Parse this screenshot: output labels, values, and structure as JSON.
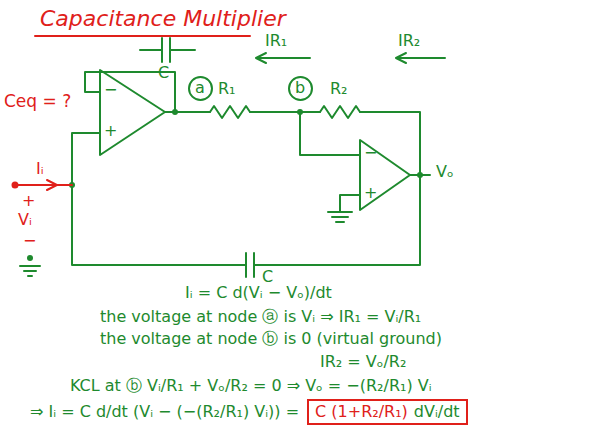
{
  "diagram": {
    "title": "Capacitance Multiplier",
    "nodes": [
      {
        "text": [
          "a"
        ]
      },
      {
        "text": [
          "b"
        ]
      },
      {
        "text": [
          "C (1+R₂/R₁)",
          "dVᵢ/dt"
        ]
      }
    ],
    "labels": [
      "C",
      "IR₁",
      "R₁",
      "IR₂",
      "R₂",
      "Ceq = ?",
      "Iᵢ",
      "+",
      "Vᵢ",
      "−",
      "−",
      "+",
      "−",
      "+",
      "Vₒ",
      "C",
      "Iᵢ = C d(Vᵢ − Vₒ)/dt",
      "the voltage at node ⓐ is Vᵢ ⇒ IR₁ = Vᵢ/R₁",
      "the voltage at node ⓑ is 0 (virtual ground)",
      "IR₂ = Vₒ/R₂",
      "KCL at ⓑ Vᵢ/R₁ + Vₒ/R₂ = 0 ⇒ Vₒ = −(R₂/R₁) Vᵢ",
      "⇒ Iᵢ = C d/dt (Vᵢ − (−(R₂/R₁) Vᵢ)) ="
    ]
  }
}
